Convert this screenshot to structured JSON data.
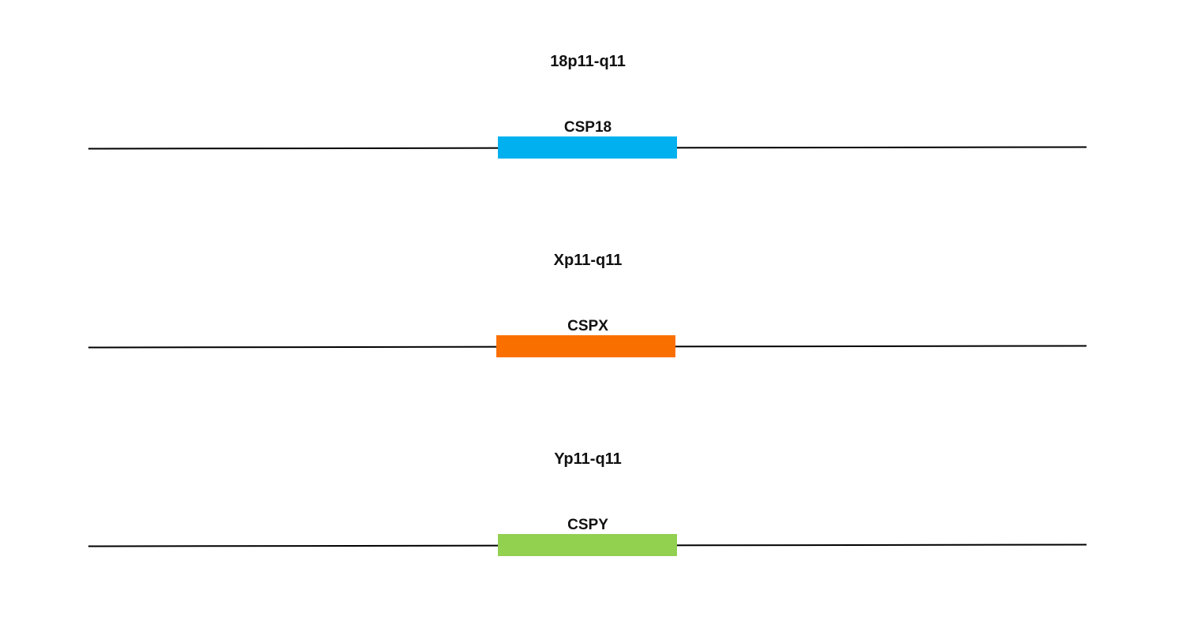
{
  "tracks": [
    {
      "region": "18p11-q11",
      "probe": "CSP18",
      "color": "#00B0EF"
    },
    {
      "region": "Xp11-q11",
      "probe": "CSPX",
      "color": "#FA7000"
    },
    {
      "region": "Yp11-q11",
      "probe": "CSPY",
      "color": "#92D050"
    }
  ]
}
